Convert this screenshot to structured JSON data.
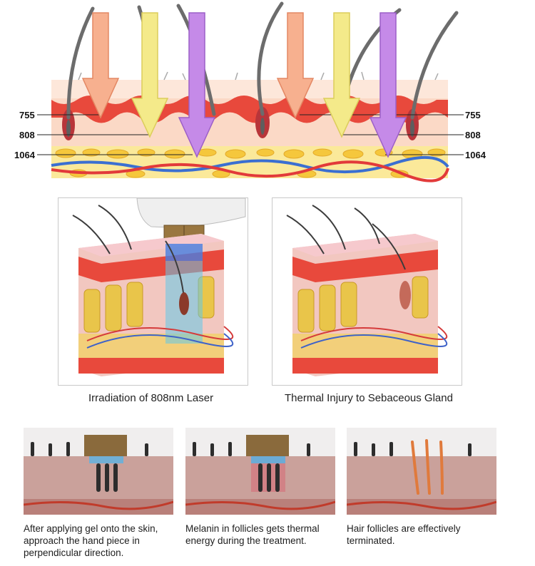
{
  "top_diagram": {
    "wavelengths": [
      {
        "label": "755",
        "color": "#f7b08f",
        "stroke": "#e38763"
      },
      {
        "label": "808",
        "color": "#f4ea8a",
        "stroke": "#dccd5b"
      },
      {
        "label": "1064",
        "color": "#c58ae8",
        "stroke": "#9c5fc7"
      }
    ]
  },
  "panels": [
    {
      "caption": "Irradiation of 808nm Laser"
    },
    {
      "caption": "Thermal Injury to Sebaceous Gland"
    }
  ],
  "steps": [
    {
      "lines": [
        "After applying gel onto the skin,",
        "approach the hand piece in",
        "perpendicular direction."
      ]
    },
    {
      "lines": [
        "Melanin in follicles gets thermal",
        "energy during the treatment."
      ]
    },
    {
      "lines": [
        "Hair follicles are effectively",
        "terminated."
      ]
    }
  ]
}
